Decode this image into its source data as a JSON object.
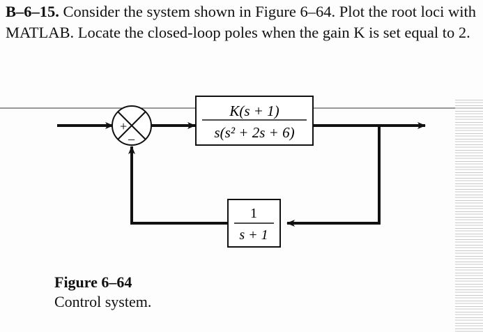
{
  "problem": {
    "number": "B–6–15.",
    "text": "Consider the system shown in Figure 6–64. Plot the root loci with MATLAB. Locate the closed-loop poles when the gain K is set equal to 2."
  },
  "diagram": {
    "sum_plus": "+",
    "sum_minus": "–",
    "forward_num": "K(s + 1)",
    "forward_den": "s(s² + 2s + 6)",
    "feedback_num": "1",
    "feedback_den": "s + 1"
  },
  "caption": {
    "label": "Figure 6–64",
    "title": "Control system."
  }
}
